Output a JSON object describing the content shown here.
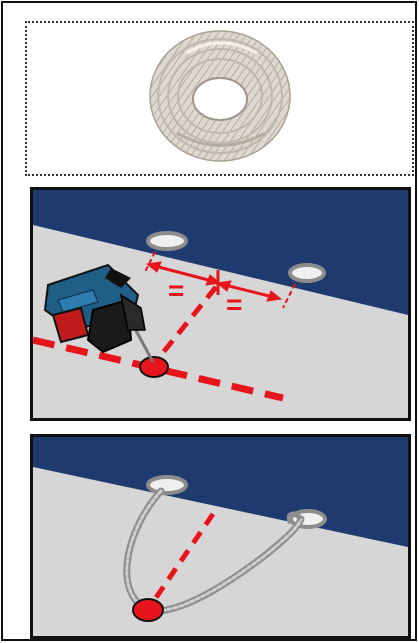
{
  "colors": {
    "navy": "#1e3a6e",
    "floor": "#d6d6d6",
    "red": "#e8141b",
    "rope": "#d9d4cc",
    "ring": "#9a9a9a",
    "drill_blue": "#1f5f86"
  },
  "panels": [
    {
      "name": "rope-coil-panel",
      "icon": "rope-coil"
    },
    {
      "name": "drilling-panel",
      "icon": "hammer-drill",
      "equal_marks": [
        "=",
        "="
      ]
    },
    {
      "name": "rope-threaded-panel",
      "icon": "rope-loop"
    }
  ]
}
